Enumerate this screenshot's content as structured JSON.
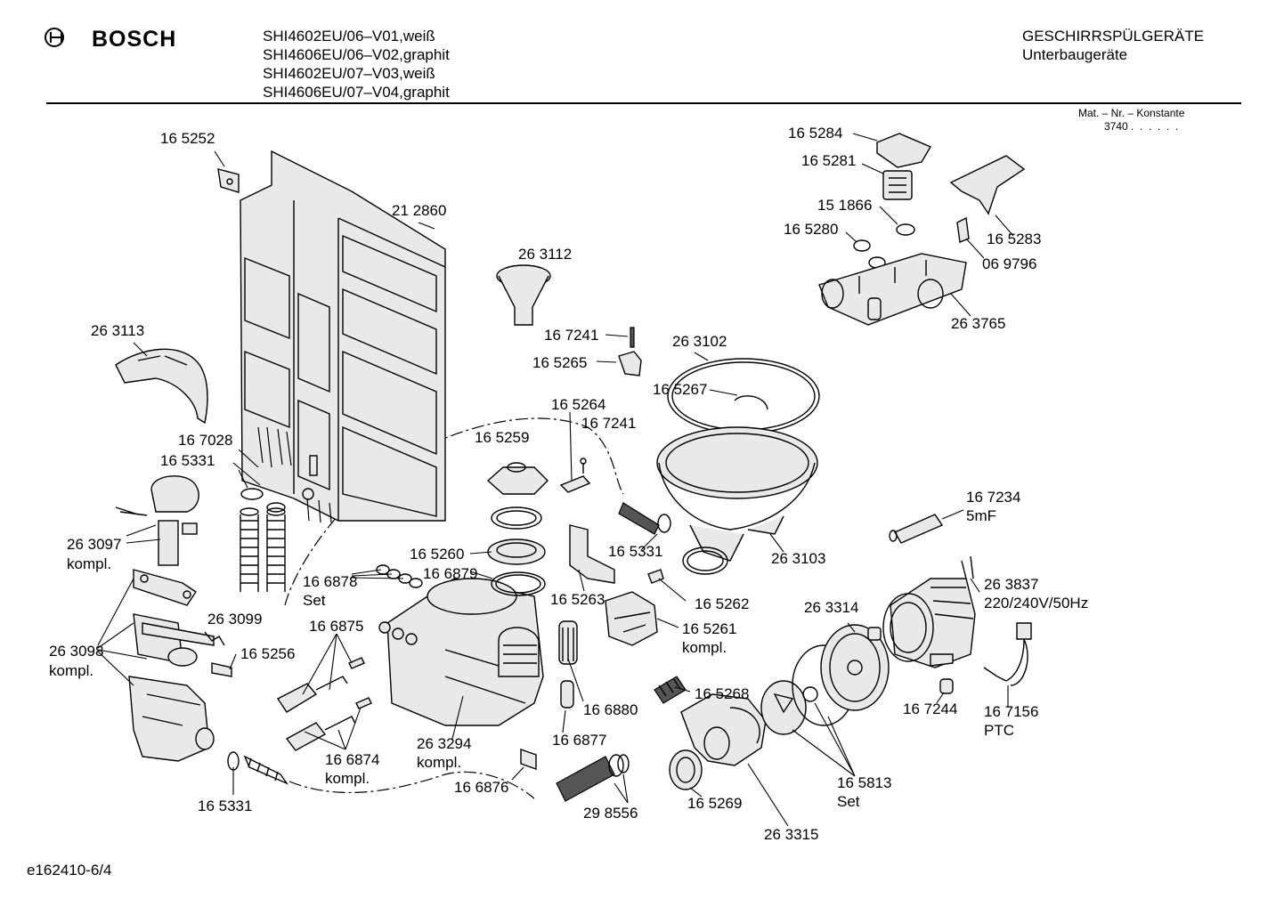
{
  "header": {
    "brand": "BOSCH",
    "models": [
      "SHI4602EU/06–V01,weiß",
      "SHI4606EU/06–V02,graphit",
      "SHI4602EU/07–V03,weiß",
      "SHI4606EU/07–V04,graphit"
    ],
    "category": "GESCHIRRSPÜLGERÄTE",
    "subcategory": "Unterbaugeräte",
    "mat_nr_label": "Mat. – Nr. – Konstante",
    "mat_nr_value": "3740 .  .  .  .  .  ."
  },
  "footer": {
    "code": "e162410-6/4"
  },
  "labels": {
    "l165252": "16 5252",
    "l212860": "21 2860",
    "l263113": "26 3113",
    "l167028": "16 7028",
    "l165331a": "16 5331",
    "l263097": "26 3097",
    "l263097k": "kompl.",
    "l263098": "26 3098",
    "l263098k": "kompl.",
    "l263099": "26 3099",
    "l166878": "16 6878",
    "l166878s": "Set",
    "l166875": "16 6875",
    "l165256": "16 5256",
    "l166874": "16 6874",
    "l166874k": "kompl.",
    "l165331b": "16 5331",
    "l263112": "26 3112",
    "l165259": "16 5259",
    "l165260": "16 5260",
    "l166879": "16 6879",
    "l263294": "26 3294",
    "l263294k": "kompl.",
    "l166876": "16 6876",
    "l298556": "29 8556",
    "l165264": "16 5264",
    "l167241a": "16 7241",
    "l167241b": "16 7241",
    "l165265": "16 5265",
    "l165263": "16 5263",
    "l166880": "16 6880",
    "l166877": "16 6877",
    "l263102": "26 3102",
    "l165267": "16 5267",
    "l165331c": "16 5331",
    "l165262": "16 5262",
    "l165261": "16 5261",
    "l165261k": "kompl.",
    "l165268": "16 5268",
    "l165269": "16 5269",
    "l263315": "26 3315",
    "l263103": "26 3103",
    "l263314": "26 3314",
    "l165813": "16 5813",
    "l165813s": "Set",
    "l167234": "16 7234",
    "l167234c": "5mF",
    "l263837": "26 3837",
    "l263837v": "220/240V/50Hz",
    "l167244": "16 7244",
    "l167156": "16 7156",
    "l167156p": "PTC",
    "l165284": "16 5284",
    "l165281": "16 5281",
    "l151866": "15 1866",
    "l165280": "16 5280",
    "l165283": "16 5283",
    "l069796": "06 9796",
    "l263765": "26 3765"
  }
}
